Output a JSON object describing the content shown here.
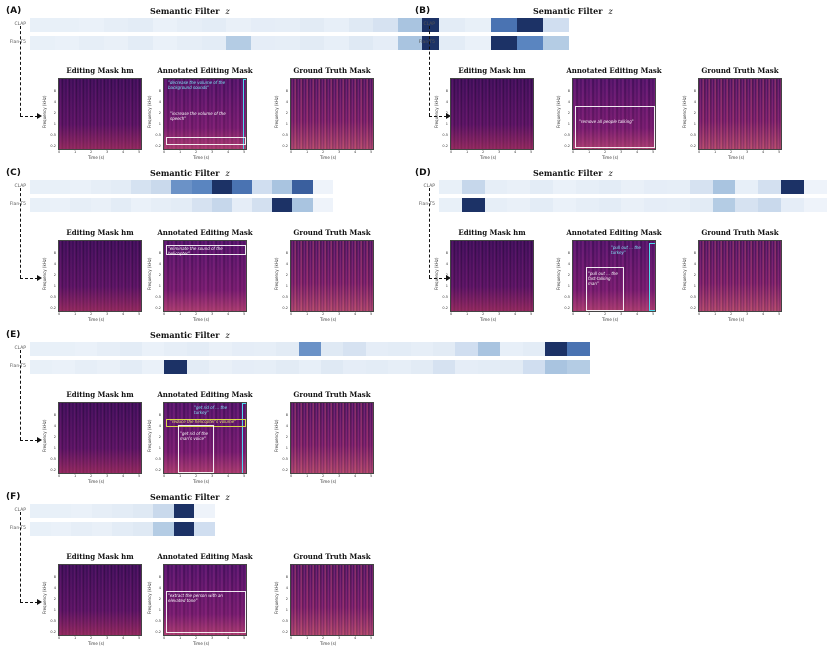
{
  "titles": {
    "semantic_filter": "Semantic Filter",
    "semantic_filter_var": "z",
    "editing_mask": "Editing Mask",
    "editing_mask_var": "hm",
    "annotated_editing_mask": "Annotated Editing Mask",
    "ground_truth_mask": "Ground Truth Mask"
  },
  "axes": {
    "xlabel": "Time (s)",
    "ylabel": "Frequency (kHz)",
    "xticks": [
      "0",
      "1",
      "2",
      "3",
      "4",
      "5"
    ],
    "yticks": [
      "0.2",
      "0.5",
      "1",
      "2",
      "4",
      "8"
    ]
  },
  "rows": [
    "CLAP",
    "Flan-T5"
  ],
  "colors": {
    "light": "#e8f0f8",
    "mid": "#a9c4e0",
    "strong": "#5a85c0",
    "darkest": "#1c3266",
    "box_white": "#ffffff",
    "box_cyan": "#4fd8ee",
    "box_yellow": "#d8d84a"
  },
  "panels": [
    {
      "label": "(A)",
      "filter": [
        [
          "#e8f0f8",
          "#e8f0f8",
          "#eaf1f9",
          "#e6eef7",
          "#e3ecf6",
          "#eaf1f9",
          "#e6eef7",
          "#e3ecf6",
          "#e9f0f8",
          "#e5edf7",
          "#e6eef7",
          "#e2ebf5",
          "#e7eff8",
          "#dfe9f4",
          "#d6e2f1",
          "#a9c4e0",
          "#1c3266",
          "#eef3fa"
        ],
        [
          "#e8f0f8",
          "#eaf1f9",
          "#e6eef7",
          "#e9f0f8",
          "#e3ecf6",
          "#eaf1f9",
          "#e6eef7",
          "#e3ecf6",
          "#b4cce4",
          "#e5edf7",
          "#e6eef7",
          "#e2ebf5",
          "#e7eff8",
          "#dfe9f4",
          "#e5edf7",
          "#a9c4e0",
          "#1c3266",
          "#eef3fa"
        ]
      ],
      "annotations": [
        {
          "text": "\"decrease the volume of the background sounds\"",
          "color": "cyan"
        },
        {
          "text": "\"increase the volume of the speech\"",
          "color": "white"
        }
      ]
    },
    {
      "label": "(B)",
      "filter": [
        [
          "#e3ecf6",
          "#e8f0f8",
          "#4a73b2",
          "#1c3266",
          "#d0def0"
        ],
        [
          "#e3ecf6",
          "#eaf1f9",
          "#1c3266",
          "#5a85c0",
          "#b4cce4"
        ]
      ],
      "annotations": [
        {
          "text": "\"remove all people talking\"",
          "color": "white"
        }
      ]
    },
    {
      "label": "(C)",
      "filter": [
        [
          "#e8f0f8",
          "#e8f0f8",
          "#eaf1f9",
          "#e6eef7",
          "#e3ecf6",
          "#d5e2f1",
          "#c9d9ec",
          "#6b92c7",
          "#5a85c0",
          "#1c3266",
          "#4a73b2",
          "#d0def0",
          "#a9c4e0",
          "#3a5f9e",
          "#eef3fa"
        ],
        [
          "#e8f0f8",
          "#eaf1f9",
          "#e6eef7",
          "#e9f0f8",
          "#e3ecf6",
          "#eaf1f9",
          "#e6eef7",
          "#e3ecf6",
          "#d6e2f1",
          "#c6d7eb",
          "#e5edf7",
          "#d3e0f0",
          "#1c3266",
          "#a9c4e0",
          "#eef3fa"
        ]
      ],
      "annotations": [
        {
          "text": "\"eliminate the sound of the helicopter\"",
          "color": "white"
        }
      ]
    },
    {
      "label": "(D)",
      "filter": [
        [
          "#e8f0f8",
          "#c6d7eb",
          "#e6eef7",
          "#e9f0f8",
          "#e3ecf6",
          "#eaf1f9",
          "#e6eef7",
          "#e3ecf6",
          "#e9f0f8",
          "#e5edf7",
          "#e6eef7",
          "#d6e2f1",
          "#a9c4e0",
          "#e7eff8",
          "#d3e0f0",
          "#1c3266",
          "#eef3fa"
        ],
        [
          "#e8f0f8",
          "#1c3266",
          "#e6eef7",
          "#e9f0f8",
          "#e3ecf6",
          "#eaf1f9",
          "#e6eef7",
          "#e3ecf6",
          "#e9f0f8",
          "#e5edf7",
          "#e6eef7",
          "#e2ebf5",
          "#b4cce4",
          "#d6e2f1",
          "#c9d9ec",
          "#e5edf7",
          "#eef3fa"
        ]
      ],
      "annotations": [
        {
          "text": "\"pull out ... the turkey\"",
          "color": "cyan"
        },
        {
          "text": "\"pull out ... the fast-talking man\"",
          "color": "white"
        }
      ]
    },
    {
      "label": "(E)",
      "filter": [
        [
          "#e8f0f8",
          "#e8f0f8",
          "#eaf1f9",
          "#e6eef7",
          "#e3ecf6",
          "#eaf1f9",
          "#e6eef7",
          "#e3ecf6",
          "#e9f0f8",
          "#e5edf7",
          "#e6eef7",
          "#e2ebf5",
          "#6b92c7",
          "#dfe9f4",
          "#d6e2f1",
          "#e5edf7",
          "#e3ecf6",
          "#e6eef7",
          "#e2ebf5",
          "#d0def0",
          "#a9c4e0",
          "#e7eff8",
          "#e3ecf6",
          "#1c3266",
          "#4a73b2"
        ],
        [
          "#e8f0f8",
          "#eaf1f9",
          "#e6eef7",
          "#e9f0f8",
          "#e3ecf6",
          "#eaf1f9",
          "#1c3266",
          "#e3ecf6",
          "#e9f0f8",
          "#e5edf7",
          "#e6eef7",
          "#e2ebf5",
          "#e7eff8",
          "#dfe9f4",
          "#e5edf7",
          "#e3ecf6",
          "#e6eef7",
          "#e2ebf5",
          "#d6e2f1",
          "#e5edf7",
          "#e3ecf6",
          "#e2ebf5",
          "#d0def0",
          "#a9c4e0",
          "#b4cce4"
        ]
      ],
      "annotations": [
        {
          "text": "\"get rid of ... the turkey\"",
          "color": "cyan"
        },
        {
          "text": "\"reduce the helicopter's volume\"",
          "color": "yellow"
        },
        {
          "text": "\"get rid of the man's voice\"",
          "color": "white"
        }
      ]
    },
    {
      "label": "(F)",
      "filter": [
        [
          "#e8f0f8",
          "#e8f0f8",
          "#eaf1f9",
          "#e6eef7",
          "#e3ecf6",
          "#dfe9f4",
          "#c9d9ec",
          "#1c3266",
          "#eef3fa"
        ],
        [
          "#e8f0f8",
          "#eaf1f9",
          "#e6eef7",
          "#e9f0f8",
          "#e3ecf6",
          "#dfe9f4",
          "#b4cce4",
          "#1c3266",
          "#d0def0"
        ]
      ],
      "annotations": [
        {
          "text": "\"extract the person with an elevated tone\"",
          "color": "white"
        }
      ]
    }
  ]
}
